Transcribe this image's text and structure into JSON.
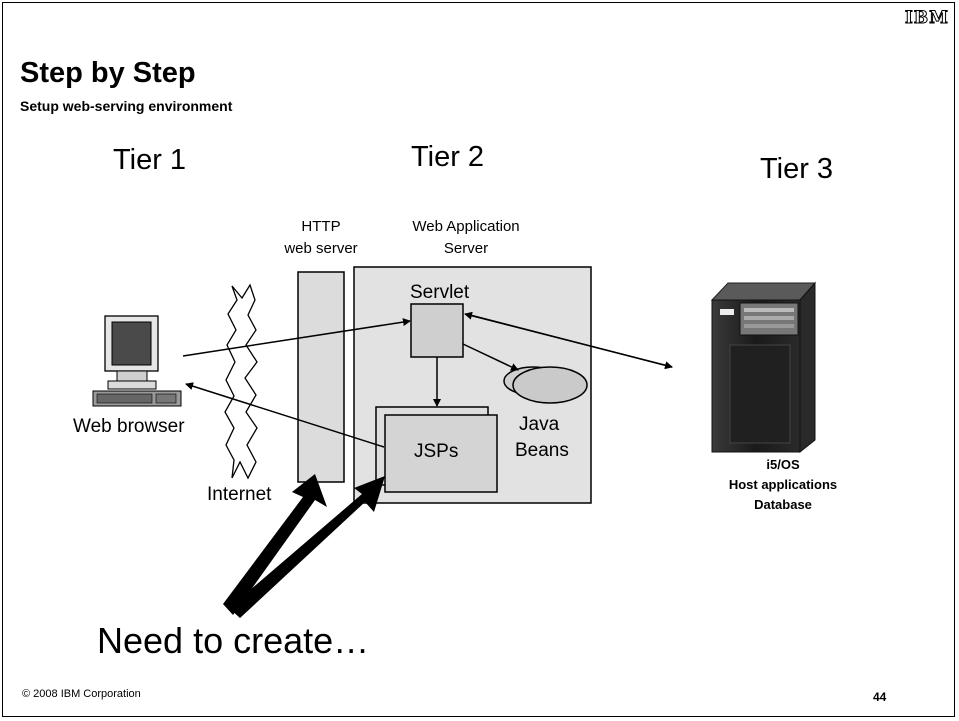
{
  "header": {
    "logo": "IBM",
    "title": "Step by Step",
    "subtitle": "Setup web-serving environment"
  },
  "diagram": {
    "tier1": "Tier 1",
    "tier2": "Tier 2",
    "tier3": "Tier 3",
    "http_server_line1": "HTTP",
    "http_server_line2": "web server",
    "app_server_line1": "Web Application",
    "app_server_line2": "Server",
    "servlet": "Servlet",
    "jsps": "JSPs",
    "java": "Java",
    "beans": "Beans",
    "browser": "Web browser",
    "internet": "Internet",
    "host_line1": "i5/OS",
    "host_line2": "Host applications",
    "host_line3": "Database",
    "callout": "Need to create…"
  },
  "footer": {
    "copyright": "© 2008 IBM Corporation",
    "page": "44"
  }
}
